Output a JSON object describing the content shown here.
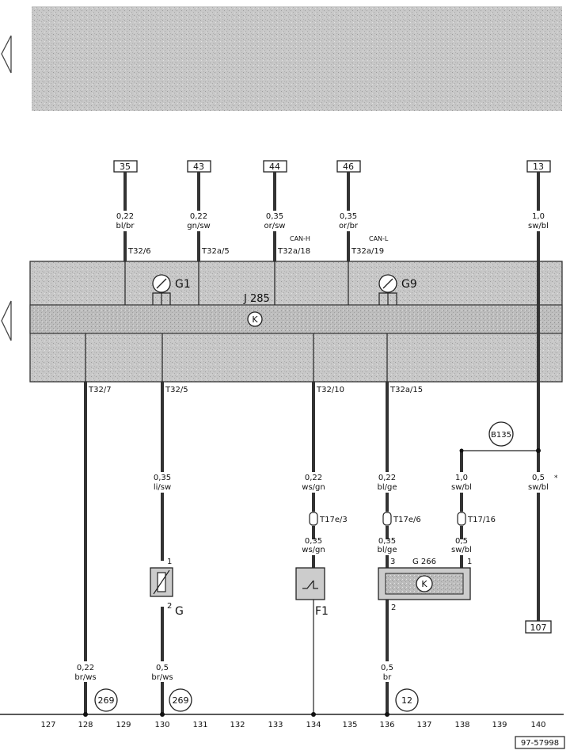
{
  "top_terminals": [
    "35",
    "43",
    "44",
    "46",
    "13"
  ],
  "wires_top": [
    {
      "size": "0,22",
      "color": "bl/br",
      "pin": "T32/6"
    },
    {
      "size": "0,22",
      "color": "gn/sw",
      "pin": "T32a/5"
    },
    {
      "size": "0,35",
      "color": "or/sw",
      "pin": "T32a/18",
      "bus": "CAN-H"
    },
    {
      "size": "0,35",
      "color": "or/br",
      "pin": "T32a/19",
      "bus": "CAN-L"
    },
    {
      "size": "1,0",
      "color": "sw/bl"
    }
  ],
  "unit": {
    "id": "J 285",
    "g1": "G1",
    "g9": "G9"
  },
  "bottom_pins": [
    "T32/7",
    "T32/5",
    "T32/10",
    "T32a/15"
  ],
  "mid_wires": [
    {
      "size": "0,35",
      "color": "li/sw"
    },
    {
      "size": "0,22",
      "color": "ws/gn"
    },
    {
      "size": "0,22",
      "color": "bl/ge"
    },
    {
      "size": "1,0",
      "color": "sw/bl"
    },
    {
      "size": "0,5",
      "color": "sw/bl",
      "mark": "*"
    }
  ],
  "connector": "B135",
  "connectors": [
    "T17e/3",
    "T17e/6",
    "T17/16"
  ],
  "lower_wires": [
    {
      "size": "0,35",
      "color": "ws/gn"
    },
    {
      "size": "0,35",
      "color": "bl/ge"
    },
    {
      "size": "0,5",
      "color": "sw/bl"
    }
  ],
  "ref_107": "107",
  "components": {
    "g": "G",
    "f1": "F1",
    "g266": "G 266"
  },
  "pin_numbers": {
    "g_top": "1",
    "g_bot": "2",
    "g266_left": "3",
    "g266_right": "1",
    "g266_bot": "2"
  },
  "bottom_wires": [
    {
      "size": "0,22",
      "color": "br/ws",
      "ref": "269"
    },
    {
      "size": "0,5",
      "color": "br/ws",
      "ref": "269"
    },
    {
      "size": "0,5",
      "color": "br",
      "ref": "12"
    }
  ],
  "columns": [
    "127",
    "128",
    "129",
    "130",
    "131",
    "132",
    "133",
    "134",
    "135",
    "136",
    "137",
    "138",
    "139",
    "140"
  ],
  "doc_id": "97-57998"
}
